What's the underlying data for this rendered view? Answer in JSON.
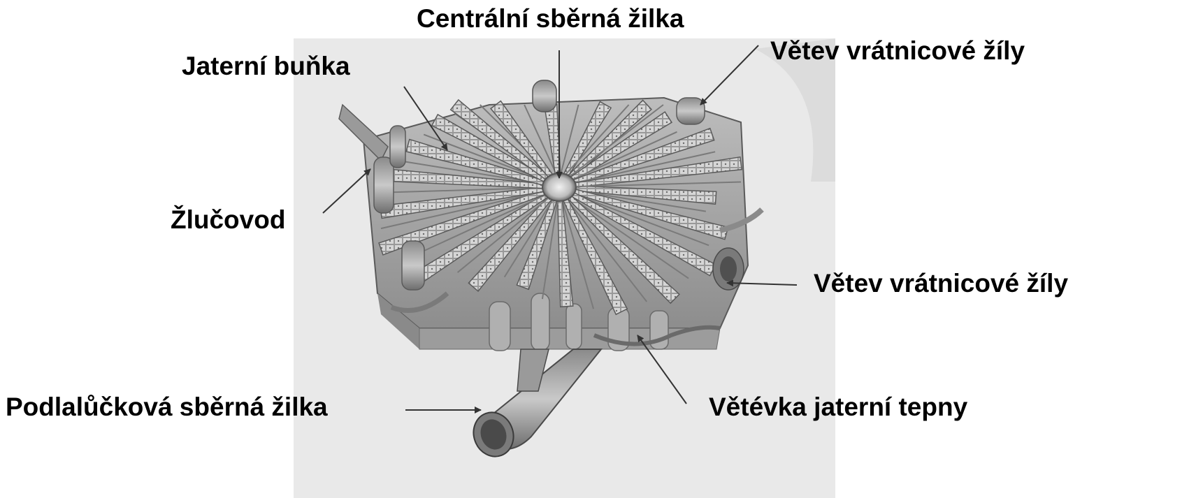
{
  "labels": {
    "central_vein": "Centrální sběrná žilka",
    "hepatocyte": "Jaterní buňka",
    "portal_branch_top": "Větev vrátnicové žíly",
    "bile_duct": "Žlučovod",
    "portal_branch_right": "Větev vrátnicové žíly",
    "sublobular_vein": "Podlalůčková sběrná žilka",
    "hepatic_artery_branch": "Větévka jaterní tepny"
  },
  "colors": {
    "background": "#ffffff",
    "photo_backdrop": "#e9e9e9",
    "tissue_light": "#c8c8c8",
    "tissue_mid": "#9a9a9a",
    "tissue_dark": "#5a5a5a",
    "arrow": "#333333"
  }
}
